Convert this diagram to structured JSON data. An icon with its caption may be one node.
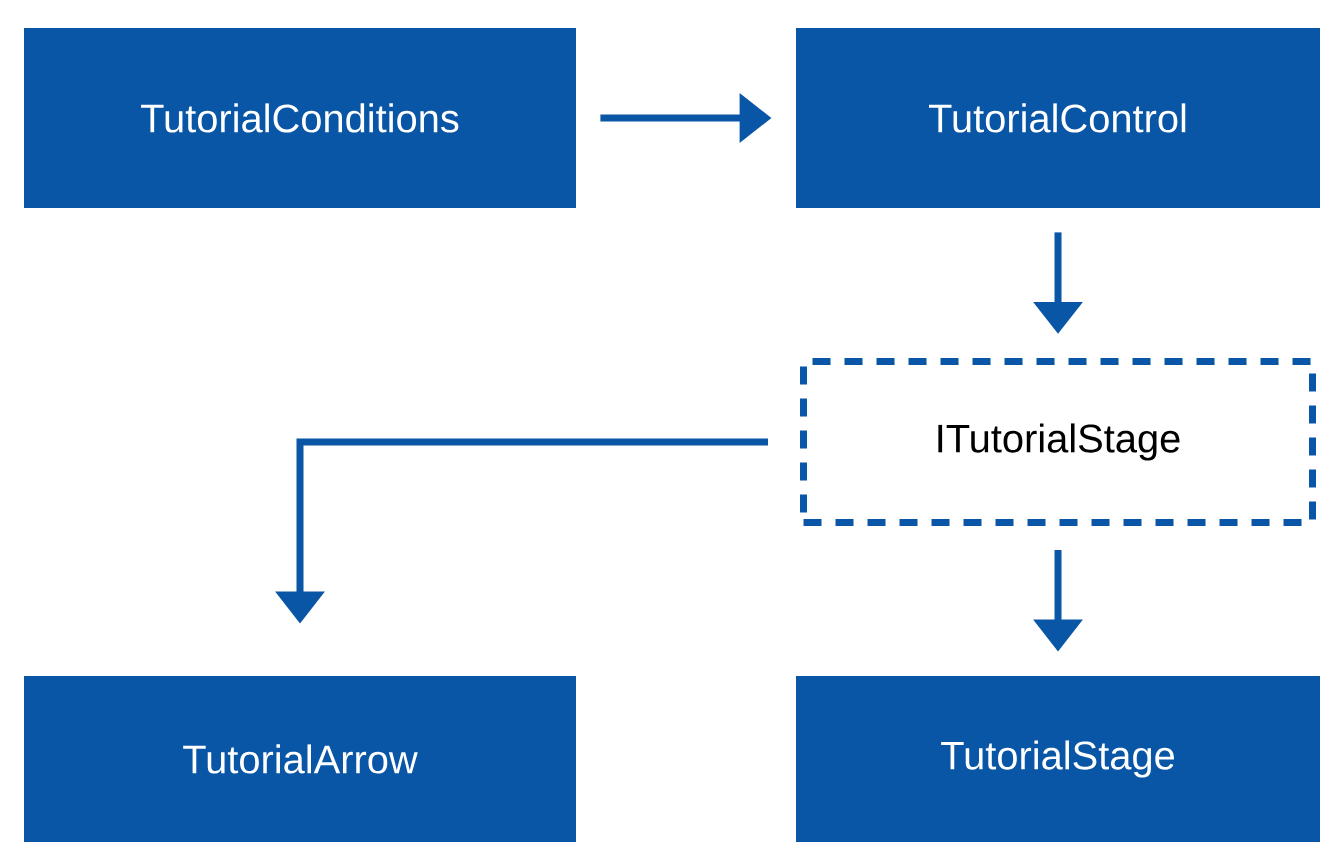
{
  "diagram": {
    "nodes": [
      {
        "text": [
          "TutorialConditions"
        ]
      },
      {
        "text": [
          "TutorialControl"
        ]
      },
      {
        "text": [
          "ITutorialStage"
        ]
      },
      {
        "text": [
          "TutorialArrow"
        ]
      },
      {
        "text": [
          "TutorialStage"
        ]
      }
    ],
    "edges": [
      {
        "from": 0,
        "to": 1,
        "arrow": "to"
      },
      {
        "from": 1,
        "to": 2,
        "arrow": "to"
      },
      {
        "from": 2,
        "to": 3,
        "arrow": "to"
      },
      {
        "from": 2,
        "to": 4,
        "arrow": "to"
      }
    ]
  }
}
